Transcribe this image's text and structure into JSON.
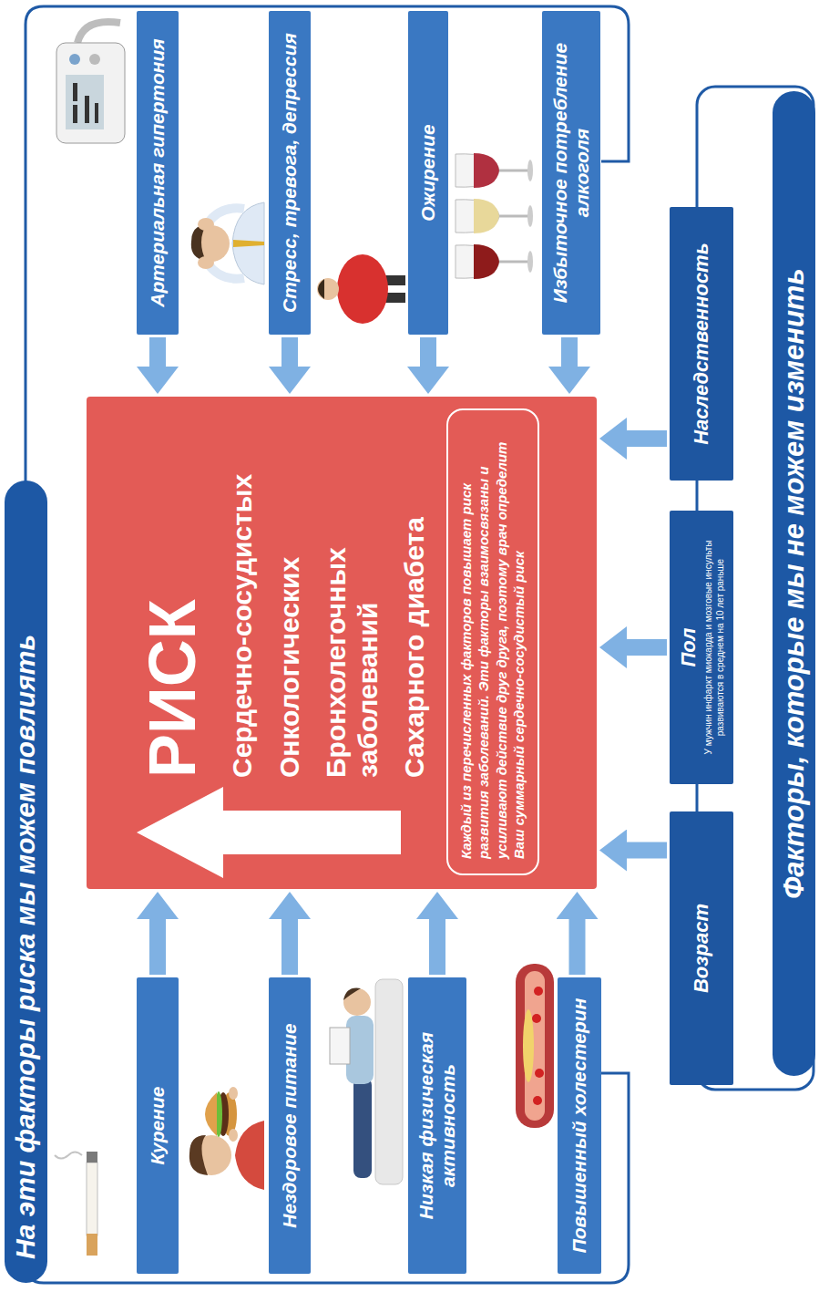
{
  "diagram": {
    "nodes": [
      {
        "text": [
          "На эти факторы риска мы можем повлиять"
        ]
      },
      {
        "text": [
          "Курение"
        ]
      },
      {
        "text": [
          "Нездоровое питание"
        ]
      },
      {
        "text": [
          "Низкая физическая активность"
        ]
      },
      {
        "text": [
          "Повышенный холестерин"
        ]
      },
      {
        "text": [
          "РИСК",
          "Сердечно-сосудистых",
          "Онкологических",
          "Бронхолегочных заболеваний",
          "Сахарного диабета"
        ]
      },
      {
        "text": [
          "Каждый из перечисленных факторов повышает риск развития заболеваний. Эти факторы взаимосвязаны и усиливают действие друг друга, поэтому врач определит Ваш суммарный сердечно-сосудистый риск"
        ],
        "in": 5
      },
      {
        "text": [
          "Артериальная гипертония"
        ]
      },
      {
        "text": [
          "Стресс, тревога, депрессия"
        ]
      },
      {
        "text": [
          "Ожирение"
        ]
      },
      {
        "text": [
          "Избыточное потребление алкоголя"
        ]
      },
      {
        "text": [
          "Возраст"
        ]
      },
      {
        "text": [
          "Пол",
          "У мужчин инфаркт миокарда и мозговые инсульты развиваются в среднем на 10 лет раньше"
        ]
      },
      {
        "text": [
          "Наследственность"
        ]
      },
      {
        "text": [
          "Факторы, которые мы не можем изменить"
        ]
      }
    ],
    "edges": [
      {
        "from": 1,
        "to": 5,
        "arrow": "to"
      },
      {
        "from": 2,
        "to": 5,
        "arrow": "to"
      },
      {
        "from": 3,
        "to": 5,
        "arrow": "to"
      },
      {
        "from": 4,
        "to": 5,
        "arrow": "to"
      },
      {
        "from": 7,
        "to": 5,
        "arrow": "to"
      },
      {
        "from": 8,
        "to": 5,
        "arrow": "to"
      },
      {
        "from": 9,
        "to": 5,
        "arrow": "to"
      },
      {
        "from": 10,
        "to": 5,
        "arrow": "to"
      },
      {
        "from": 11,
        "to": 5,
        "arrow": "to"
      },
      {
        "from": 12,
        "to": 5,
        "arrow": "to"
      },
      {
        "from": 13,
        "to": 5,
        "arrow": "to"
      }
    ]
  }
}
